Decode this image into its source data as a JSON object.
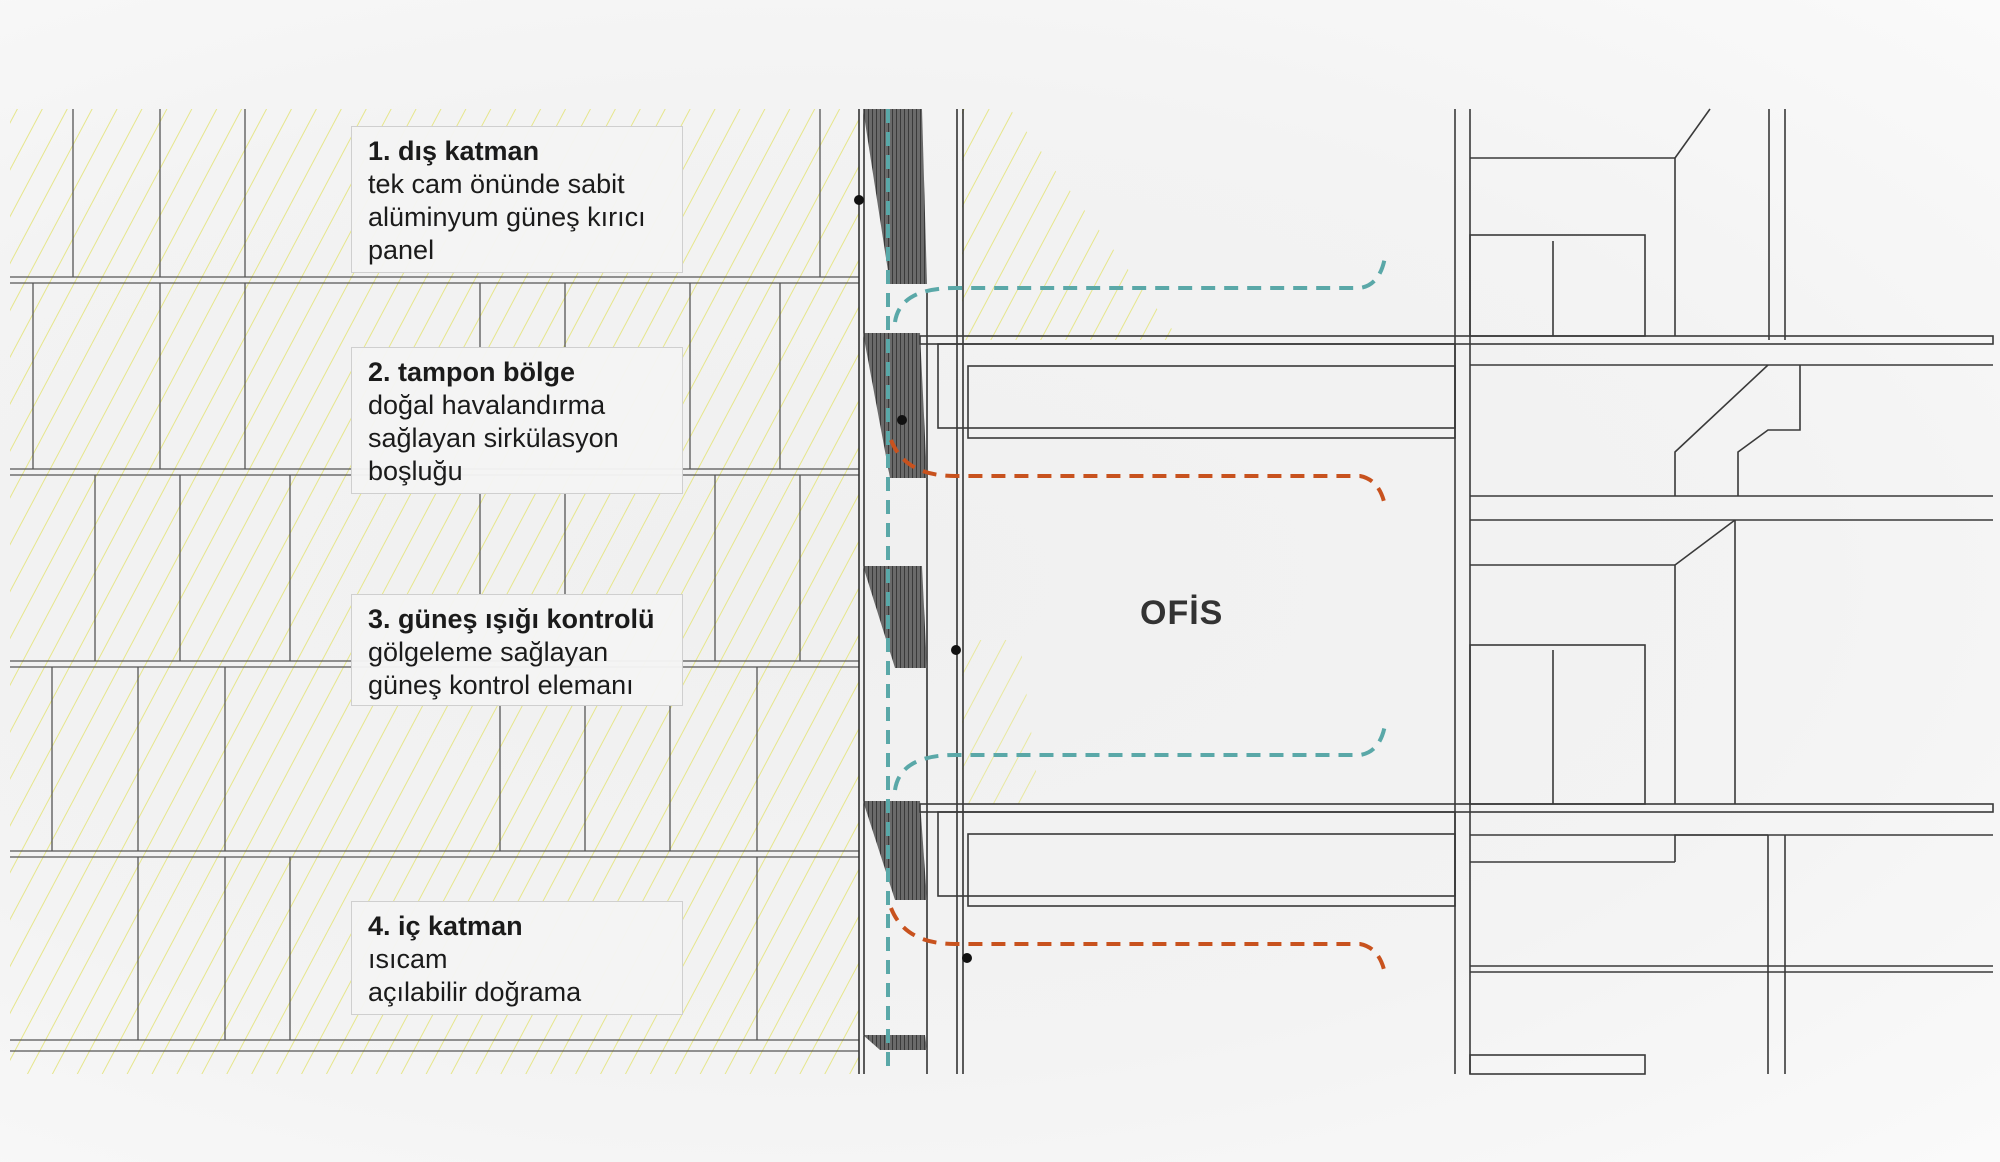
{
  "labels": [
    {
      "title": "1. dış katman",
      "lines": [
        "tek cam önünde sabit",
        "alüminyum güneş kırıcı",
        "panel"
      ]
    },
    {
      "title": "2. tampon bölge",
      "lines": [
        "doğal havalandırma",
        "sağlayan sirkülasyon",
        "boşluğu"
      ]
    },
    {
      "title": "3. güneş ışığı kontrolü",
      "lines": [
        "gölgeleme sağlayan",
        "güneş kontrol elemanı"
      ]
    },
    {
      "title": "4. iç katman",
      "lines": [
        "ısıcam",
        "açılabilir doğrama"
      ]
    }
  ],
  "room_label": "OFİS",
  "colors": {
    "fresh_air": "#5aa8a8",
    "exhaust_air": "#c8521e",
    "sun_hatch": "#e8e88a",
    "line": "#3a3a3a"
  }
}
